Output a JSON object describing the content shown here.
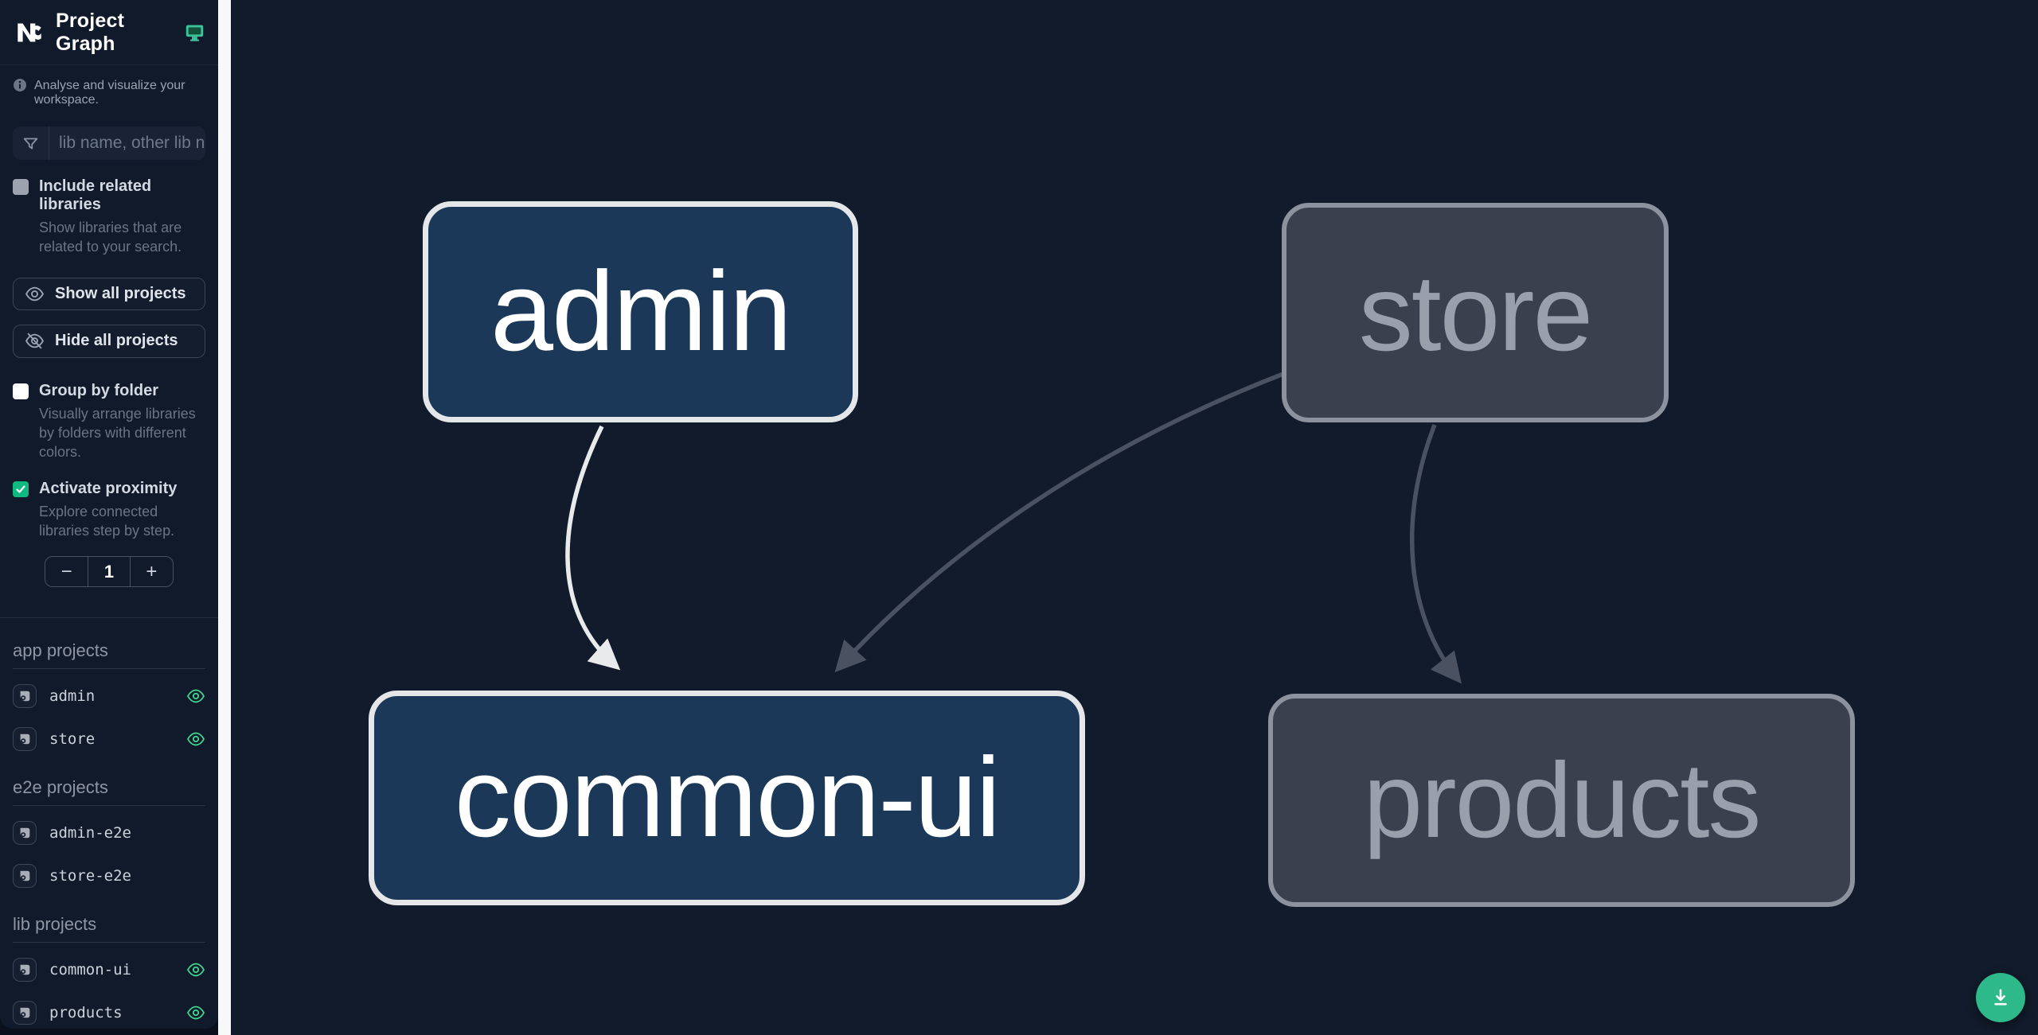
{
  "header": {
    "title": "Project Graph"
  },
  "info": {
    "text": "Analyse and visualize your workspace."
  },
  "search": {
    "placeholder": "lib name, other lib name"
  },
  "checkboxes": {
    "related": {
      "label": "Include related libraries",
      "desc": "Show libraries that are related to your search.",
      "checked": false
    },
    "group": {
      "label": "Group by folder",
      "desc": "Visually arrange libraries by folders with different colors.",
      "checked": false
    },
    "proximity": {
      "label": "Activate proximity",
      "desc": "Explore connected libraries step by step.",
      "checked": true
    }
  },
  "buttons": {
    "show_all": "Show all projects",
    "hide_all": "Hide all projects"
  },
  "stepper": {
    "decrement": "−",
    "value": "1",
    "increment": "+"
  },
  "sections": [
    {
      "label": "app projects",
      "items": [
        {
          "name": "admin",
          "eye": true
        },
        {
          "name": "store",
          "eye": true
        }
      ]
    },
    {
      "label": "e2e projects",
      "items": [
        {
          "name": "admin-e2e",
          "eye": false
        },
        {
          "name": "store-e2e",
          "eye": false
        }
      ]
    },
    {
      "label": "lib projects",
      "items": [
        {
          "name": "common-ui",
          "eye": true
        },
        {
          "name": "products",
          "eye": true
        }
      ]
    }
  ],
  "graph": {
    "nodes": [
      {
        "id": "admin",
        "label": "admin",
        "state": "focused"
      },
      {
        "id": "store",
        "label": "store",
        "state": "dimmed"
      },
      {
        "id": "common-ui",
        "label": "common-ui",
        "state": "focused"
      },
      {
        "id": "products",
        "label": "products",
        "state": "dimmed"
      }
    ],
    "edges": [
      {
        "from": "admin",
        "to": "common-ui",
        "style": "highlighted"
      },
      {
        "from": "store",
        "to": "common-ui",
        "style": "dimmed"
      },
      {
        "from": "store",
        "to": "products",
        "style": "dimmed"
      }
    ]
  },
  "colors": {
    "accent_green": "#3fd68f",
    "fab_green": "#2eb98a",
    "proximity_checkbox": "#10b981",
    "node_focused_fill": "#1b3858",
    "node_focused_border": "#e5e6e9",
    "node_dimmed_fill": "#3a404d",
    "node_dimmed_border": "#8c929e",
    "node_dimmed_text": "#99a0ac",
    "edge_highlight": "#e9eaec",
    "edge_dimmed": "#4a5160"
  }
}
